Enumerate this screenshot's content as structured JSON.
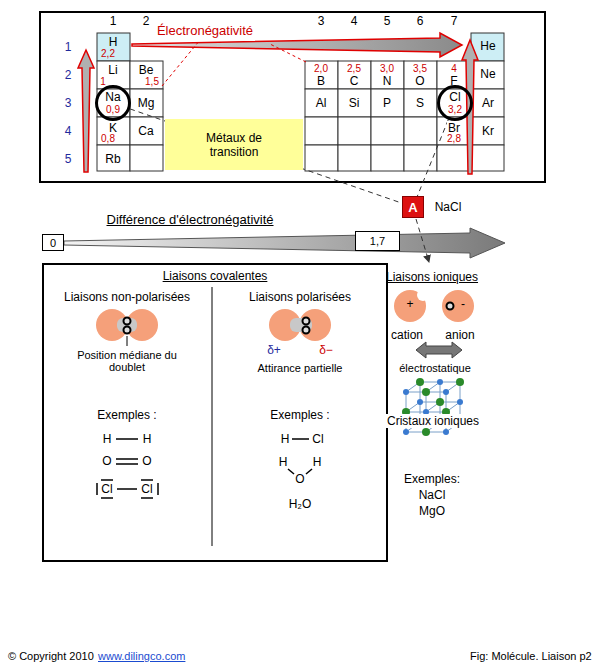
{
  "diagram": {
    "caption": "Fig: Molécule. Liaison p2",
    "nodes": [
      {
        "text": [
          "Na",
          "0,9"
        ]
      },
      {
        "text": [
          "Métaux de transition"
        ]
      },
      {
        "text": [
          "Cl",
          "3,2"
        ]
      },
      {
        "text": [
          "A"
        ]
      },
      {
        "text": [
          "0"
        ]
      },
      {
        "text": [
          "1,7"
        ]
      },
      {
        "text": [
          "Liaisons covalentes"
        ]
      }
    ],
    "edges": [
      {
        "from": 0,
        "to": 3,
        "arrow": "none"
      },
      {
        "from": 2,
        "to": 3,
        "arrow": "none"
      }
    ],
    "labels": [
      "1",
      "2",
      "3",
      "4",
      "5",
      "6",
      "7",
      "1",
      "2",
      "3",
      "4",
      "5",
      "Électronégativité",
      "H",
      "2,2",
      "He",
      "Li",
      "1",
      "Be",
      "1,5",
      "2,0",
      "B",
      "2,5",
      "C",
      "3,0",
      "N",
      "3,5",
      "O",
      "4",
      "F",
      "Ne",
      "Mg",
      "Al",
      "Si",
      "P",
      "S",
      "Ar",
      "K",
      "0,8",
      "Ca",
      "Br",
      "2,8",
      "Kr",
      "Rb",
      "NaCl",
      "Différence d'électronégativité",
      "Liaisons non-polarisées",
      "Liaisons polarisées",
      "Position médiane du doublet",
      "δ+",
      "δ−",
      "Attirance partielle",
      "Exemples :",
      "Exemples :",
      "H",
      "H",
      "O",
      "O",
      "Cl",
      "Cl",
      "H",
      "Cl",
      "H",
      "O",
      "H",
      "H₂O",
      "Liaisons ioniques",
      "+",
      "-",
      "cation",
      "anion",
      "électrostatique",
      "Cristaux ioniques",
      "Exemples:",
      "NaCl",
      "MgO",
      "© Copyright 2010",
      "www.dilingco.com"
    ]
  }
}
